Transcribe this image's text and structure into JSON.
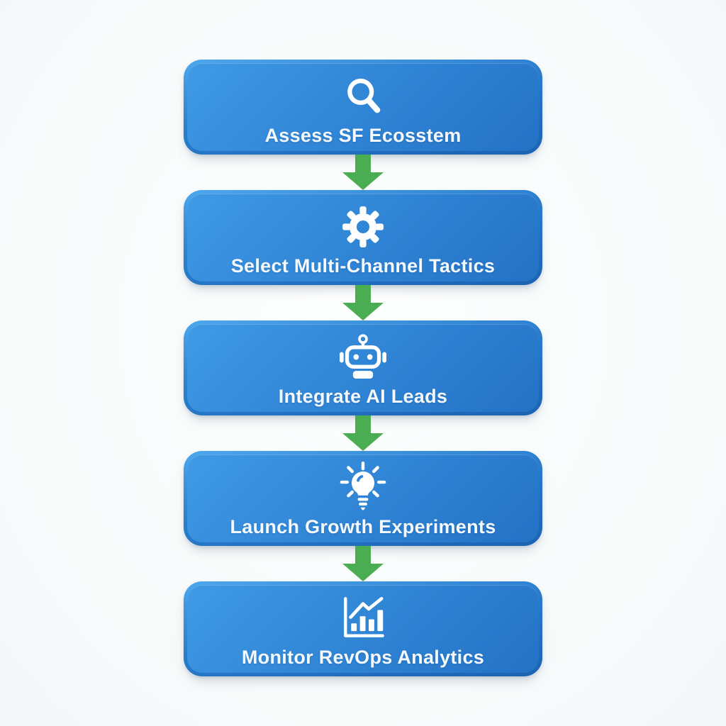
{
  "flowchart": {
    "steps": [
      {
        "label": "Assess SF Ecosstem",
        "icon": "magnifier-icon"
      },
      {
        "label": "Select Multi-Channel Tactics",
        "icon": "gear-icon"
      },
      {
        "label": "Integrate AI Leads",
        "icon": "robot-icon"
      },
      {
        "label": "Launch Growth Experiments",
        "icon": "lightbulb-icon"
      },
      {
        "label": "Monitor RevOps Analytics",
        "icon": "bar-chart-icon"
      }
    ],
    "colors": {
      "box_fill_light": "#3f9ae5",
      "box_fill_dark": "#2472c5",
      "box_rim_light": "#4ea7ec",
      "box_rim_dark": "#1b63b2",
      "arrow_green": "#4bad52",
      "label_text": "#f4f9fe",
      "page_background": "#f7f9fa"
    }
  }
}
